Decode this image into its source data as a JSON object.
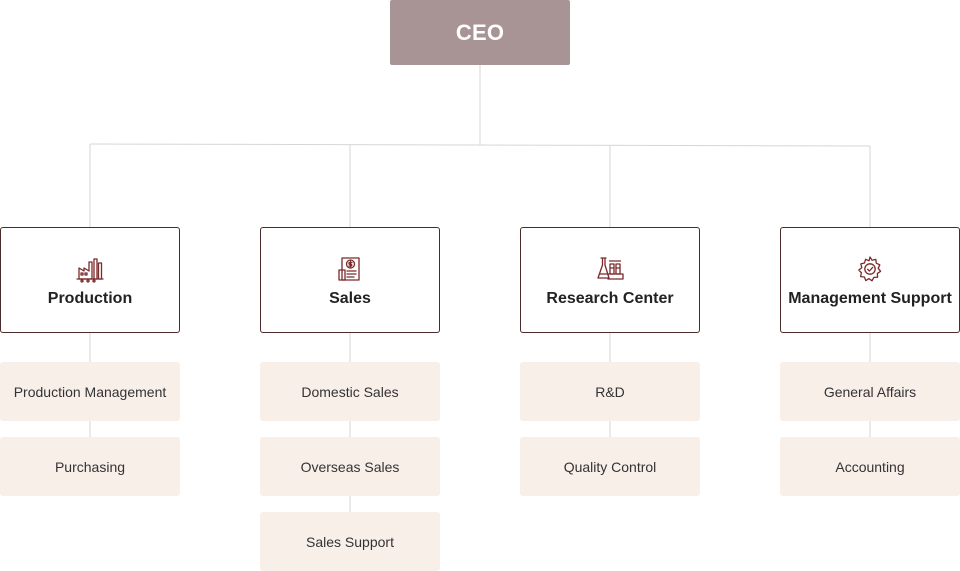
{
  "org": {
    "ceo": "CEO",
    "departments": [
      {
        "label": "Production",
        "icon": "factory-icon",
        "subs": [
          "Production Management",
          "Purchasing"
        ]
      },
      {
        "label": "Sales",
        "icon": "invoice-dollar-icon",
        "subs": [
          "Domestic Sales",
          "Overseas Sales",
          "Sales Support"
        ]
      },
      {
        "label": "Research Center",
        "icon": "lab-flask-icon",
        "subs": [
          "R&D",
          "Quality Control"
        ]
      },
      {
        "label": "Management Support",
        "icon": "gear-check-icon",
        "subs": [
          "General Affairs",
          "Accounting"
        ]
      }
    ]
  },
  "colors": {
    "ceo_box": "#a89494",
    "dept_border": "#4a2a2a",
    "sub_box": "#f9efe9",
    "icon": "#7a2a2a",
    "connector": "#d6d6d6"
  }
}
